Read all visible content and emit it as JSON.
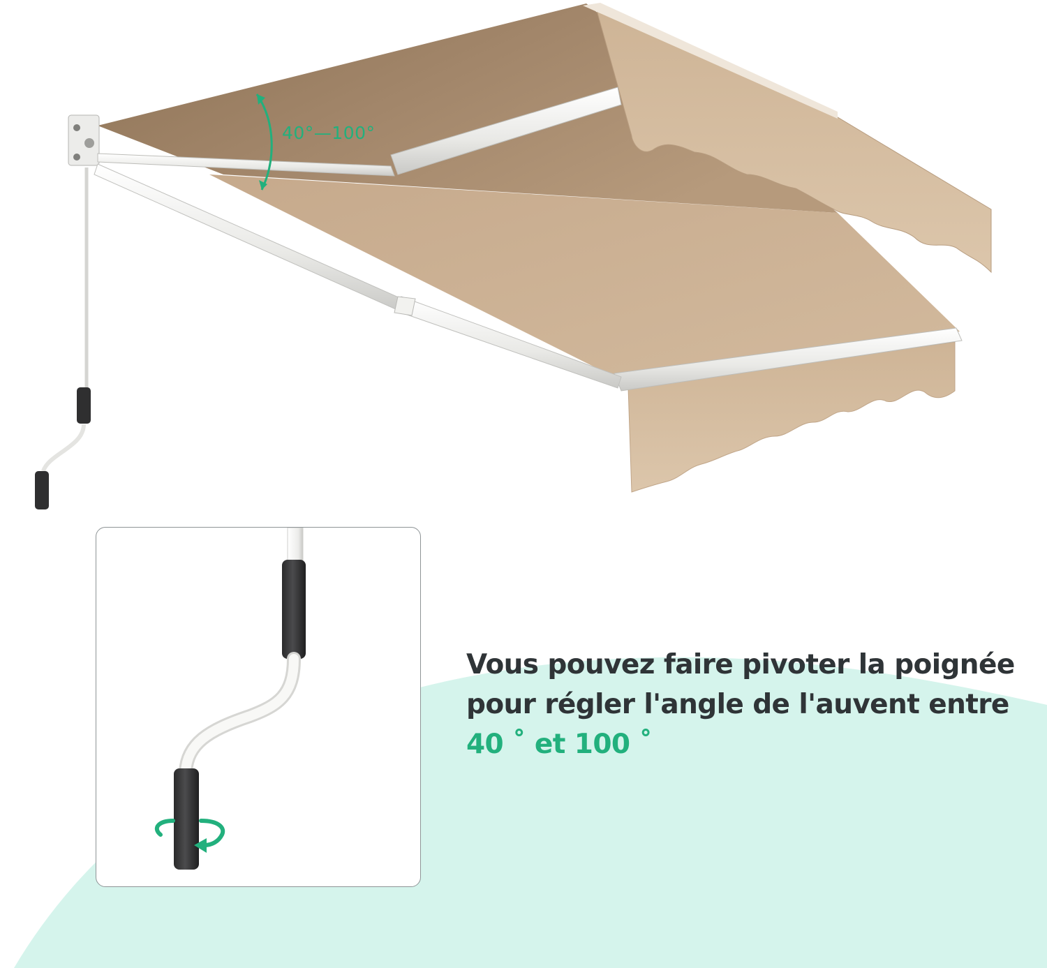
{
  "diagram": {
    "angle_label": "40°—100°",
    "caption": {
      "line1": "Vous pouvez faire pivoter la poignée",
      "line2": "pour régler l'angle de l'auvent entre",
      "line3": "40 ˚ et 100 ˚"
    }
  },
  "colors": {
    "accent_green": "#22b07d",
    "mint_background": "#d5f4ec",
    "awning_fabric": "#c8ab89",
    "awning_shadow": "#9b7e5f",
    "frame_white": "#f3f3f1",
    "caption_text": "#2f3437"
  },
  "icons": {
    "rotate": "rotate-arrow-icon",
    "handle": "crank-handle-icon"
  }
}
